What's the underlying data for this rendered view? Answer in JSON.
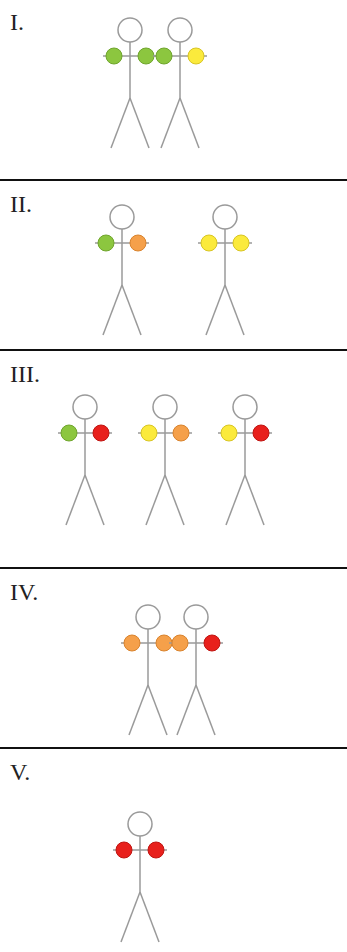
{
  "diagram": {
    "labels": [
      "I.",
      "II.",
      "III.",
      "IV.",
      "V."
    ]
  }
}
